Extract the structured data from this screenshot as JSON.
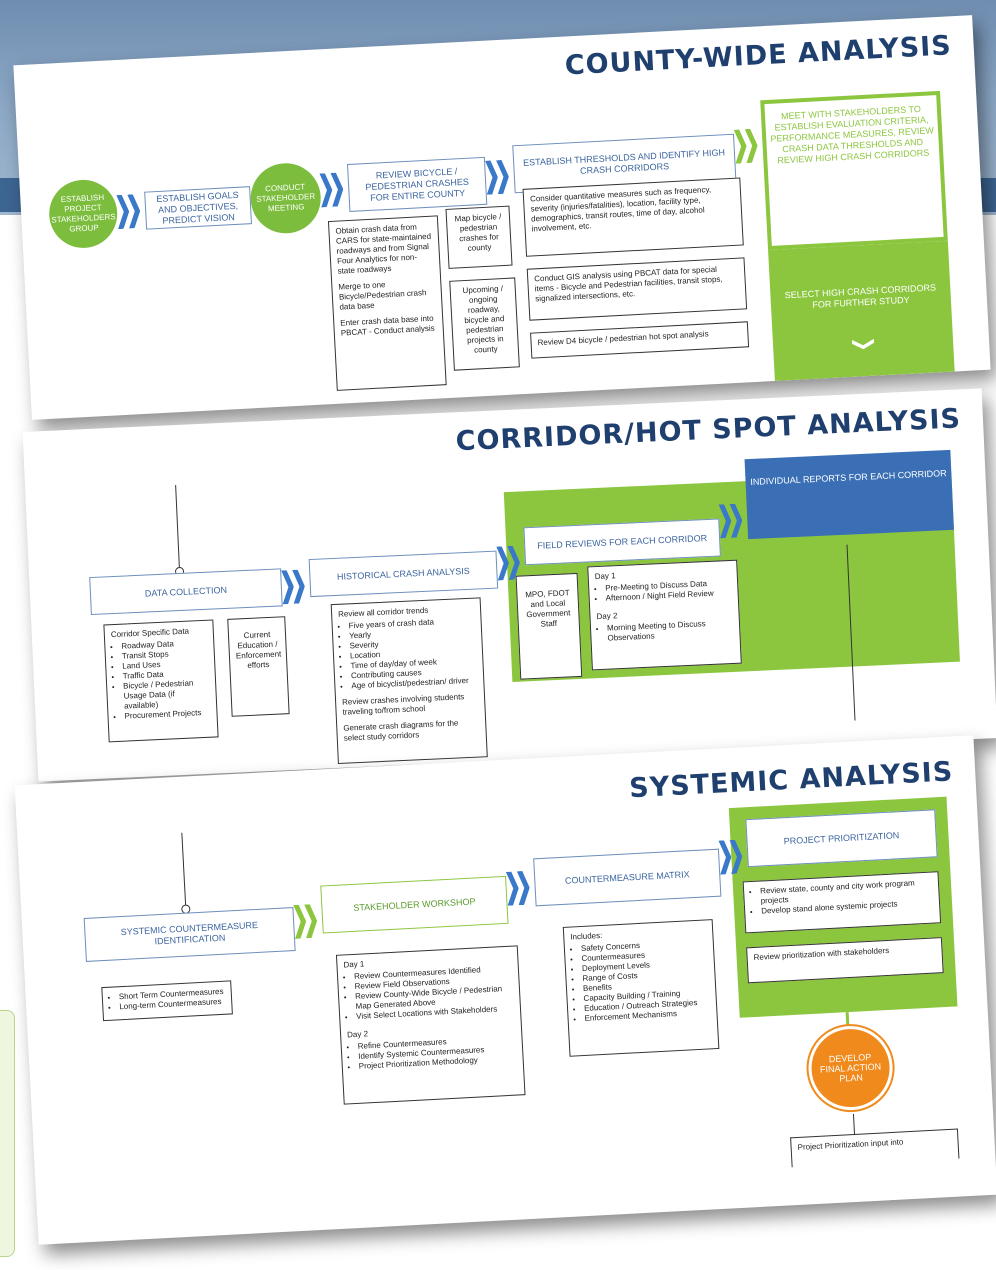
{
  "county": {
    "title": "COUNTY-WIDE ANALYSIS",
    "start_circle": "ESTABLISH PROJECT STAKEHOLDERS GROUP",
    "goals_step": "ESTABLISH GOALS AND OBJECTIVES, PREDICT VISION",
    "stakeholder_circle": "CONDUCT STAKEHOLDER MEETING",
    "review_step": "REVIEW BICYCLE / PEDESTRIAN CRASHES FOR ENTIRE COUNTY",
    "thresholds_step": "ESTABLISH THRESHOLDS AND IDENTIFY HIGH CRASH CORRIDORS",
    "meet_text": "MEET WITH STAKEHOLDERS TO ESTABLISH EVALUATION CRITERIA, PERFORMANCE MEASURES, REVIEW CRASH DATA THRESHOLDS AND REVIEW HIGH CRASH CORRIDORS",
    "select_text": "SELECT HIGH CRASH CORRIDORS FOR FURTHER STUDY",
    "obtain_box": [
      "Obtain crash data from CARS for state-maintained roadways and from Signal Four Analytics for non-state roadways",
      "Merge to one Bicycle/Pedestrian crash data base",
      "Enter crash data base into PBCAT - Conduct analysis"
    ],
    "map_box": "Map bicycle / pedestrian crashes for county",
    "upcoming_box": "Upcoming / ongoing roadway, bicycle and pedestrian projects in county",
    "quant_box": "Consider quantitative measures such as frequency, severity (injuries/fatalities), location, facility type, demographics, transit routes, time of day, alcohol involvement, etc.",
    "gis_box": "Conduct GIS analysis using PBCAT data for special items - Bicycle and Pedestrian facilities, transit stops, signalized intersections, etc.",
    "d4_box": "Review D4 bicycle / pedestrian hot spot analysis"
  },
  "corridor": {
    "title": "CORRIDOR/HOT SPOT ANALYSIS",
    "data_step": "DATA COLLECTION",
    "historical_step": "HISTORICAL CRASH ANALYSIS",
    "field_step": "FIELD REVIEWS FOR EACH CORRIDOR",
    "reports_step": "INDIVIDUAL REPORTS FOR EACH CORRIDOR",
    "corridor_box_title": "Corridor Specific Data",
    "corridor_box_items": [
      "Roadway Data",
      "Transit Stops",
      "Land Uses",
      "Traffic Data",
      "Bicycle / Pedestrian Usage Data (if available)",
      "Procurement Projects"
    ],
    "education_box": "Current Education / Enforcement efforts",
    "trends_box_title": "Review all corridor trends",
    "trends_box_items": [
      "Five years of crash data",
      "Yearly",
      "Severity",
      "Location",
      "Time of day/day of week",
      "Contributing causes",
      "Age of bicyclist/pedestrian/ driver"
    ],
    "trends_box_p2": "Review crashes involving students traveling to/from school",
    "trends_box_p3": "Generate crash diagrams for the select study corridors",
    "mpo_box": "MPO, FDOT and Local Government Staff",
    "day_box_d1": "Day 1",
    "day_box_d1_items": [
      "Pre-Meeting to Discuss Data",
      "Afternoon / Night Field Review"
    ],
    "day_box_d2": "Day 2",
    "day_box_d2_items": [
      "Morning Meeting to Discuss Observations"
    ]
  },
  "systemic": {
    "title": "SYSTEMIC ANALYSIS",
    "identification_step": "SYSTEMIC COUNTERMEASURE IDENTIFICATION",
    "workshop_step": "STAKEHOLDER WORKSHOP",
    "matrix_step": "COUNTERMEASURE MATRIX",
    "prioritization_step": "PROJECT PRIORITIZATION",
    "short_box_items": [
      "Short Term Countermeasures",
      "Long-term Countermeasures"
    ],
    "workshop_d1": "Day 1",
    "workshop_d1_items": [
      "Review Countermeasures Identified",
      "Review Field Observations",
      "Review County-Wide Bicycle / Pedestrian Map Generated Above",
      "Visit Select Locations with Stakeholders"
    ],
    "workshop_d2": "Day 2",
    "workshop_d2_items": [
      "Refine Countermeasures",
      "Identify Systemic Countermeasures",
      "Project Prioritization Methodology"
    ],
    "matrix_title": "Includes:",
    "matrix_items": [
      "Safety Concerns",
      "Countermeasures",
      "Deployment Levels",
      "Range of Costs",
      "Benefits",
      "Capacity Building / Training",
      "Education / Outreach Strategies",
      "Enforcement Mechanisms"
    ],
    "prior_box_items": [
      "Review state, county and city work program projects",
      "Develop stand alone systemic projects"
    ],
    "stakeholders_box": "Review prioritization with stakeholders",
    "final_circle": "DEVELOP FINAL ACTION PLAN",
    "input_box": "Project Prioritization input into"
  }
}
